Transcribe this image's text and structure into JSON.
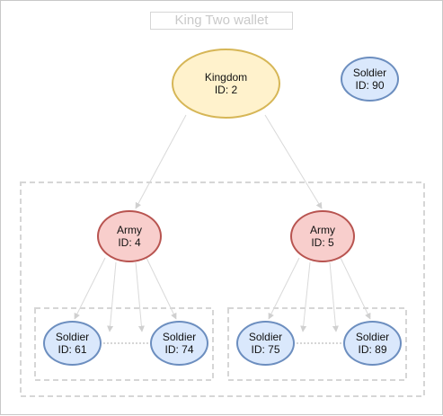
{
  "diagram": {
    "title": "King Two wallet",
    "kingdom": {
      "label": "Kingdom",
      "id": "ID: 2"
    },
    "armies": [
      {
        "label": "Army",
        "id": "ID: 4"
      },
      {
        "label": "Army",
        "id": "ID: 5"
      }
    ],
    "soldiers": [
      {
        "label": "Soldier",
        "id": "ID: 61"
      },
      {
        "label": "Soldier",
        "id": "ID: 74"
      },
      {
        "label": "Soldier",
        "id": "ID: 75"
      },
      {
        "label": "Soldier",
        "id": "ID: 89"
      }
    ],
    "standalone_soldier": {
      "label": "Soldier",
      "id": "ID: 90"
    },
    "colors": {
      "kingdom_fill": "#fff2cc",
      "kingdom_stroke": "#d6b656",
      "army_fill": "#f8cecc",
      "army_stroke": "#b85450",
      "soldier_fill": "#dae8fc",
      "soldier_stroke": "#6c8ebf",
      "edge": "#d9d9d9",
      "group_border": "#d9d9d9"
    }
  }
}
